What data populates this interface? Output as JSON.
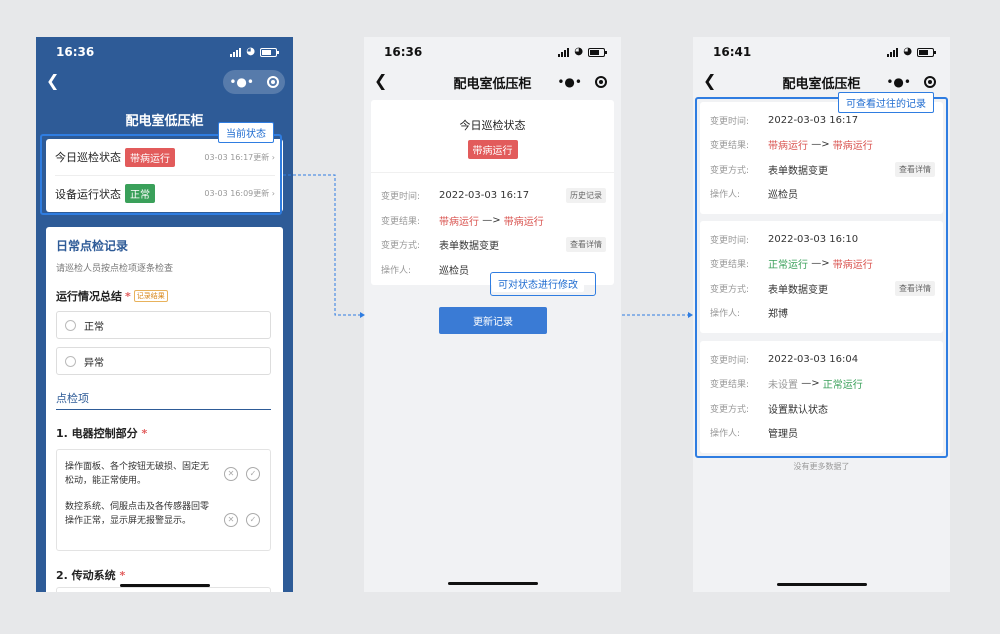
{
  "phone1": {
    "time": "16:36",
    "title": "配电室低压柜",
    "callout": "当前状态",
    "status_rows": [
      {
        "label": "今日巡检状态",
        "tag": "带病运行",
        "time": "03-03 16:17更新"
      },
      {
        "label": "设备运行状态",
        "tag": "正常",
        "time": "03-03 16:09更新"
      }
    ],
    "card_title": "日常点检记录",
    "card_sub": "请巡检人员按点检项逐条检查",
    "question": "运行情况总结",
    "required_mark": "*",
    "record_tag": "记录结果",
    "options": [
      "正常",
      "异常"
    ],
    "section": "点检项",
    "group1": "1. 电器控制部分",
    "items": [
      "操作面板、各个按钮无破损、固定无松动，能正常使用。",
      "数控系统、伺服点击及各传感器回零操作正常，显示屏无报警显示。"
    ],
    "group2": "2. 传动系统"
  },
  "phone2": {
    "time": "16:36",
    "title": "配电室低压柜",
    "card_title": "今日巡检状态",
    "tag": "带病运行",
    "rows": [
      {
        "label": "变更时间:",
        "value": "2022-03-03 16:17",
        "button": "历史记录"
      },
      {
        "label": "变更结果:",
        "from": "带病运行",
        "arrow": "—>",
        "to": "带病运行"
      },
      {
        "label": "变更方式:",
        "value": "表单数据变更",
        "button": "查看详情"
      },
      {
        "label": "操作人:",
        "value": "巡检员"
      }
    ],
    "callout": "可对状态进行修改",
    "update_button": "更新记录"
  },
  "phone3": {
    "time": "16:41",
    "title": "配电室低压柜",
    "callout": "可查看过往的记录",
    "labels": {
      "time": "变更时间:",
      "result": "变更结果:",
      "method": "变更方式:",
      "operator": "操作人:"
    },
    "arrow": "—>",
    "records": [
      {
        "time": "2022-03-03 16:17",
        "from": "带病运行",
        "to": "带病运行",
        "method": "表单数据变更",
        "button": "查看详情",
        "operator": "巡检员"
      },
      {
        "time": "2022-03-03 16:10",
        "from": "正常运行",
        "to": "带病运行",
        "method": "表单数据变更",
        "button": "查看详情",
        "operator": "郑博"
      },
      {
        "time": "2022-03-03 16:04",
        "from": "未设置",
        "to": "正常运行",
        "method": "设置默认状态",
        "button": "",
        "operator": "管理员"
      }
    ],
    "end_text": "没有更多数据了"
  },
  "colors": {
    "primary": "#2e5b97",
    "accent": "#2f7de1",
    "red": "#e25b5b",
    "green": "#3aa05a",
    "button": "#3a7bd5"
  }
}
